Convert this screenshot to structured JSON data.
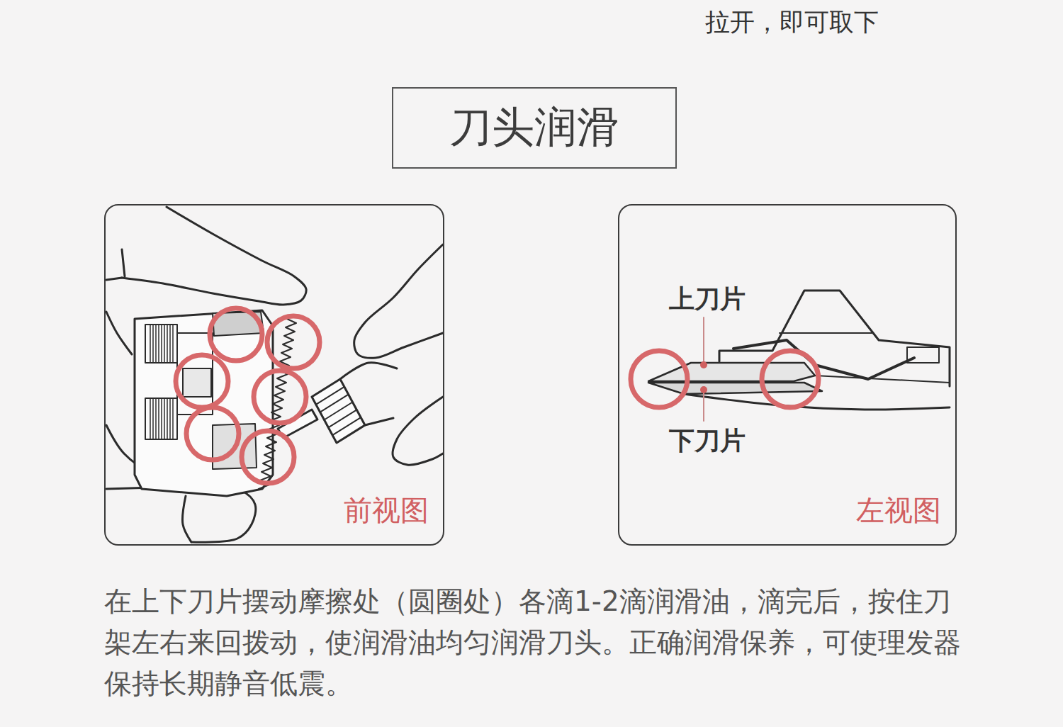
{
  "diagram": {
    "title": "刀头润滑",
    "caption": "在上下刀片摆动摩擦处（圆圈处）各滴1-2滴润滑油，滴完后，按住刀架左右来回拨动，使润滑油均匀润滑刀头。正确润滑保养，可使理发器保持长期静音低震。",
    "nodes": [
      {
        "text": [
          "前视图"
        ]
      },
      {
        "text": [
          "左视图"
        ]
      }
    ],
    "labels": [
      "拉开，即可取下",
      "上刀片",
      "下刀片"
    ]
  }
}
